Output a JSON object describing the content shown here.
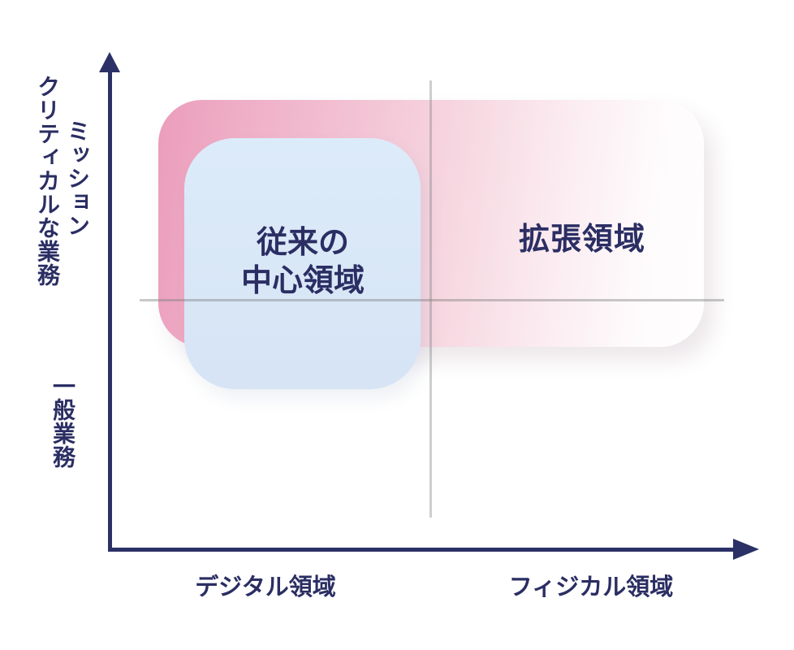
{
  "diagram": {
    "y_axis": {
      "top_label_line1": "ミッション",
      "top_label_line2": "クリティカルな業務",
      "bottom_label": "一般業務"
    },
    "x_axis": {
      "left_label": "デジタル領域",
      "right_label": "フィジカル領域"
    },
    "boxes": {
      "expansion": {
        "label": "拡張領域",
        "gradient_start": "#eb9dbb",
        "gradient_end": "#fffefe"
      },
      "core": {
        "label_line1": "従来の",
        "label_line2": "中心領域",
        "fill": "#d8e6f6"
      }
    },
    "colors": {
      "axis_navy": "#2b3166",
      "text_navy": "#2b2e63",
      "grid_gray": "#c9c9c9",
      "background": "#ffffff"
    }
  }
}
